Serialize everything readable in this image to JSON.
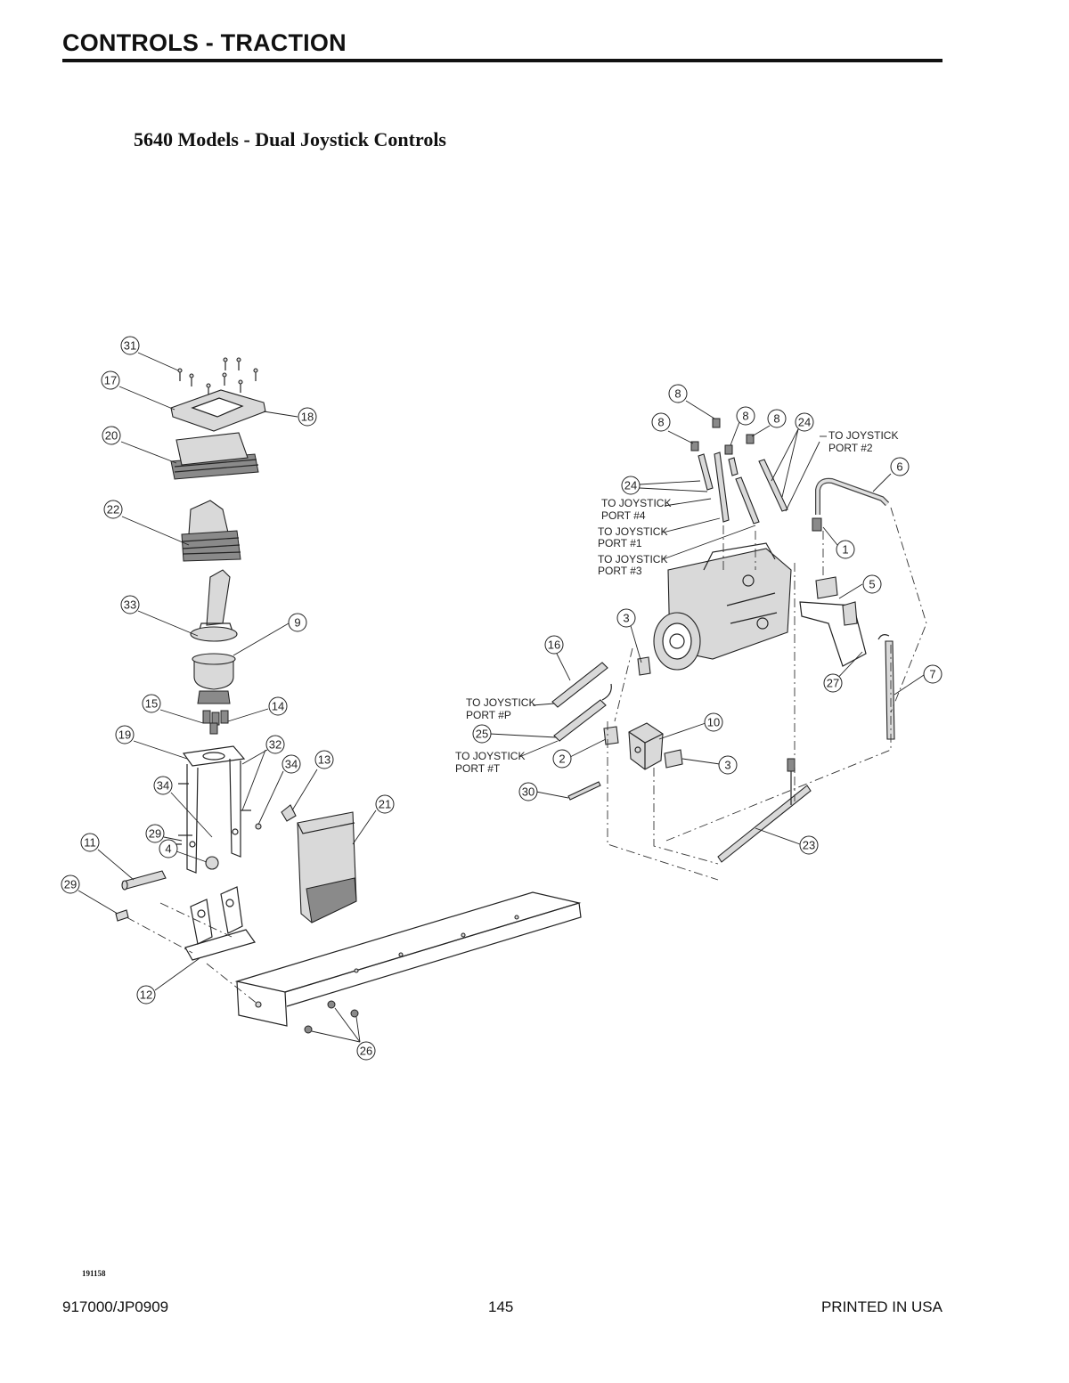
{
  "header": {
    "title": "CONTROLS - TRACTION",
    "subtitle": "5640 Models - Dual Joystick  Controls"
  },
  "callouts": [
    {
      "label": "31"
    },
    {
      "label": "17"
    },
    {
      "label": "18"
    },
    {
      "label": "20"
    },
    {
      "label": "22"
    },
    {
      "label": "33"
    },
    {
      "label": "9"
    },
    {
      "label": "15"
    },
    {
      "label": "14"
    },
    {
      "label": "19"
    },
    {
      "label": "32"
    },
    {
      "label": "34"
    },
    {
      "label": "13"
    },
    {
      "label": "34"
    },
    {
      "label": "21"
    },
    {
      "label": "29"
    },
    {
      "label": "4"
    },
    {
      "label": "11"
    },
    {
      "label": "29"
    },
    {
      "label": "12"
    },
    {
      "label": "26"
    },
    {
      "label": "8"
    },
    {
      "label": "8"
    },
    {
      "label": "8"
    },
    {
      "label": "8"
    },
    {
      "label": "24"
    },
    {
      "label": "6"
    },
    {
      "label": "24"
    },
    {
      "label": "1"
    },
    {
      "label": "5"
    },
    {
      "label": "3"
    },
    {
      "label": "16"
    },
    {
      "label": "27"
    },
    {
      "label": "7"
    },
    {
      "label": "10"
    },
    {
      "label": "25"
    },
    {
      "label": "2"
    },
    {
      "label": "3"
    },
    {
      "label": "30"
    },
    {
      "label": "23"
    }
  ],
  "port_labels": [
    {
      "line1": "TO JOYSTICK",
      "line2": "PORT #2"
    },
    {
      "line1": "TO JOYSTICK",
      "line2": "PORT #4"
    },
    {
      "line1": "TO JOYSTICK",
      "line2": "PORT #1"
    },
    {
      "line1": "TO JOYSTICK",
      "line2": "PORT #3"
    },
    {
      "line1": "TO JOYSTICK",
      "line2": "PORT #P"
    },
    {
      "line1": "TO JOYSTICK",
      "line2": "PORT #T"
    }
  ],
  "drawing_id": "191158",
  "footer": {
    "left": "917000/JP0909",
    "center": "145",
    "right": "PRINTED IN USA"
  }
}
